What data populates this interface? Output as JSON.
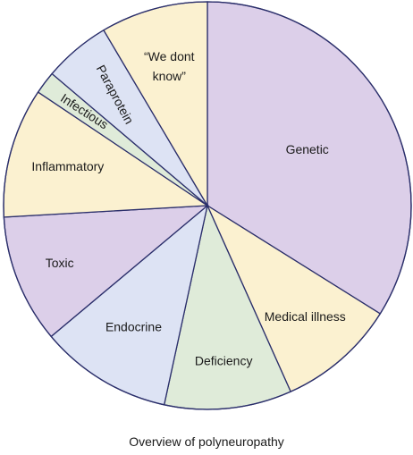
{
  "chart_data": {
    "type": "pie",
    "title": "Overview of polyneuropathy",
    "slices": [
      {
        "label": "Genetic",
        "value": 33.9,
        "color": "#dccfe9"
      },
      {
        "label": "Medical illness",
        "value": 9.4,
        "color": "#fbf1d0"
      },
      {
        "label": "Deficiency",
        "value": 10.1,
        "color": "#dfebd9"
      },
      {
        "label": "Endocrine",
        "value": 10.5,
        "color": "#dde3f4"
      },
      {
        "label": "Toxic",
        "value": 10.2,
        "color": "#dccfe9"
      },
      {
        "label": "Inflammatory",
        "value": 10.3,
        "color": "#fbf1d0"
      },
      {
        "label": "Infectious",
        "value": 1.8,
        "color": "#dfebd9"
      },
      {
        "label": "Paraprotein",
        "value": 5.3,
        "color": "#dde3f4"
      },
      {
        "label": "“We dont know”",
        "value": 8.5,
        "color": "#fbf1d0"
      }
    ],
    "start_angle_deg": 0,
    "direction": "clockwise",
    "legend": "none",
    "labels": "inside"
  }
}
